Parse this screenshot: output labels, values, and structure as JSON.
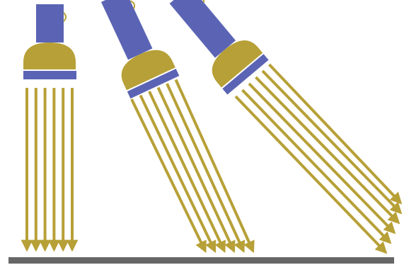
{
  "colors": {
    "background": "#ffffff",
    "handle": "#5b64b4",
    "handle_edge": "#4c559f",
    "lamp_head": "#b7a037",
    "lens_band": "#5b64b4",
    "beam": "#b7a037",
    "floor": "#666666"
  },
  "lamps": [
    {
      "name": "lamp-vertical",
      "beam_count": 6,
      "tilt_degrees": 0
    },
    {
      "name": "lamp-tilted-small",
      "beam_count": 6,
      "tilt_degrees": 25
    },
    {
      "name": "lamp-tilted-large",
      "beam_count": 6,
      "tilt_degrees": 45
    }
  ],
  "icons": [
    "flashlight-icon",
    "light-ray-arrow-icon",
    "floor-surface"
  ]
}
